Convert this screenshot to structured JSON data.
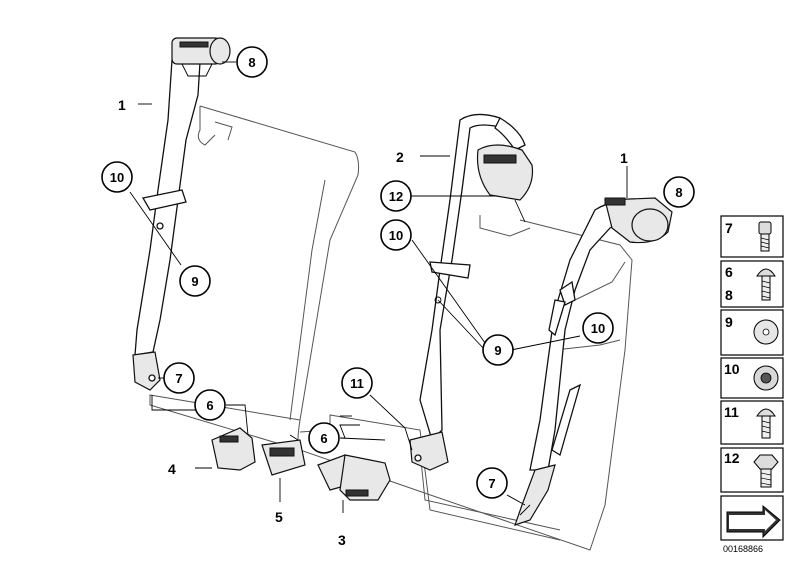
{
  "diagram": {
    "reference_number": "00168866",
    "callouts": {
      "c8a": "8",
      "c10a": "10",
      "c9a": "9",
      "c7a": "7",
      "c6a": "6",
      "c12": "12",
      "c10b": "10",
      "c9b": "9",
      "c11": "11",
      "c6b": "6",
      "c8b": "8",
      "c10c": "10",
      "c7b": "7"
    },
    "labels": {
      "l1a": "1",
      "l2": "2",
      "l1b": "1",
      "l4": "4",
      "l5": "5",
      "l3": "3"
    },
    "legend": [
      {
        "numbers": [
          "7"
        ],
        "part_icon": "bolt-icon"
      },
      {
        "numbers": [
          "6",
          "8"
        ],
        "part_icon": "bolt-round-head-icon"
      },
      {
        "numbers": [
          "9"
        ],
        "part_icon": "cap-icon"
      },
      {
        "numbers": [
          "10"
        ],
        "part_icon": "washer-icon"
      },
      {
        "numbers": [
          "11"
        ],
        "part_icon": "bolt-round-head-icon"
      },
      {
        "numbers": [
          "12"
        ],
        "part_icon": "bolt-hex-icon"
      }
    ],
    "legend_footer_icon": "arrow-icon"
  }
}
